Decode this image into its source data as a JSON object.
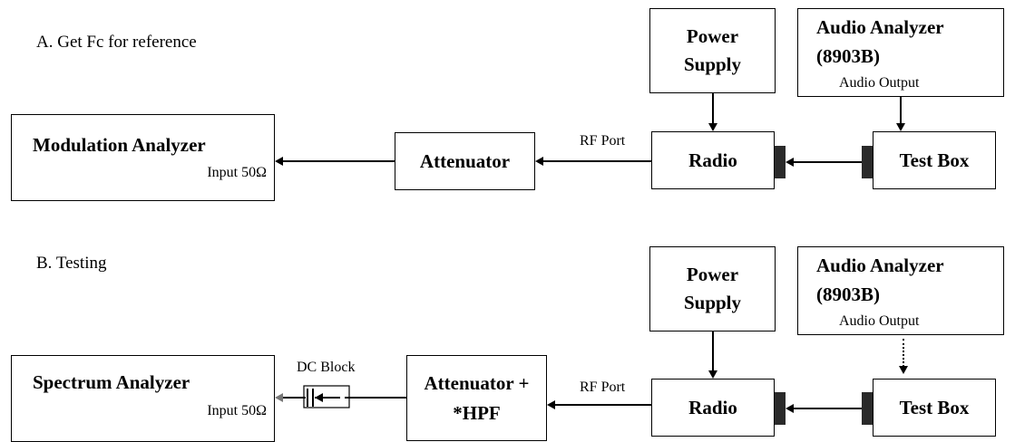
{
  "section_a": {
    "title": "A.  Get Fc for reference",
    "power_supply": "Power Supply",
    "audio_analyzer_name": "Audio Analyzer",
    "audio_analyzer_model": "(8903B)",
    "audio_output": "Audio Output",
    "modulation_analyzer": "Modulation Analyzer",
    "input_label": "Input 50Ω",
    "attenuator": "Attenuator",
    "rf_port": "RF Port",
    "radio": "Radio",
    "test_box": "Test Box"
  },
  "section_b": {
    "title": "B.  Testing",
    "power_supply": "Power Supply",
    "audio_analyzer_name": "Audio Analyzer",
    "audio_analyzer_model": "(8903B)",
    "audio_output": "Audio Output",
    "spectrum_analyzer": "Spectrum Analyzer",
    "input_label": "Input 50Ω",
    "dc_block": "DC Block",
    "attenuator_line1": "Attenuator +",
    "attenuator_line2": "*HPF",
    "rf_port": "RF Port",
    "radio": "Radio",
    "test_box": "Test Box"
  }
}
